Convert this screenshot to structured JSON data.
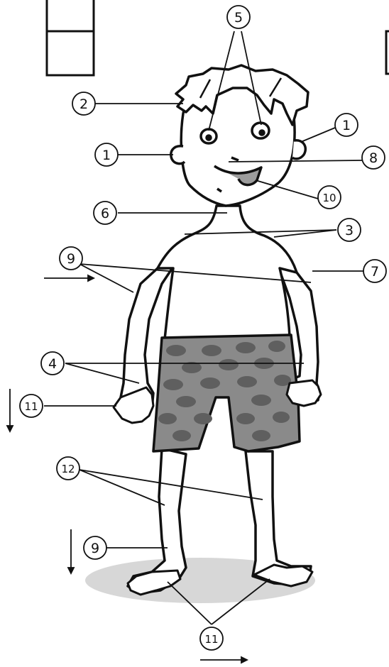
{
  "markers": {
    "circle_1": "1",
    "circle_2": "2",
    "circle_3": "3",
    "circle_4": "4",
    "circle_5": "5",
    "circle_6": "6",
    "circle_7": "7",
    "circle_8": "8",
    "circle_9": "9",
    "circle_10": "10",
    "circle_11": "11",
    "circle_12": "12"
  },
  "colors": {
    "ink": "#111111",
    "shorts": "#8a8a8a",
    "spots": "#5f5f5f",
    "ground_shadow": "#d7d7d7",
    "mouth": "#9c9c9c"
  }
}
